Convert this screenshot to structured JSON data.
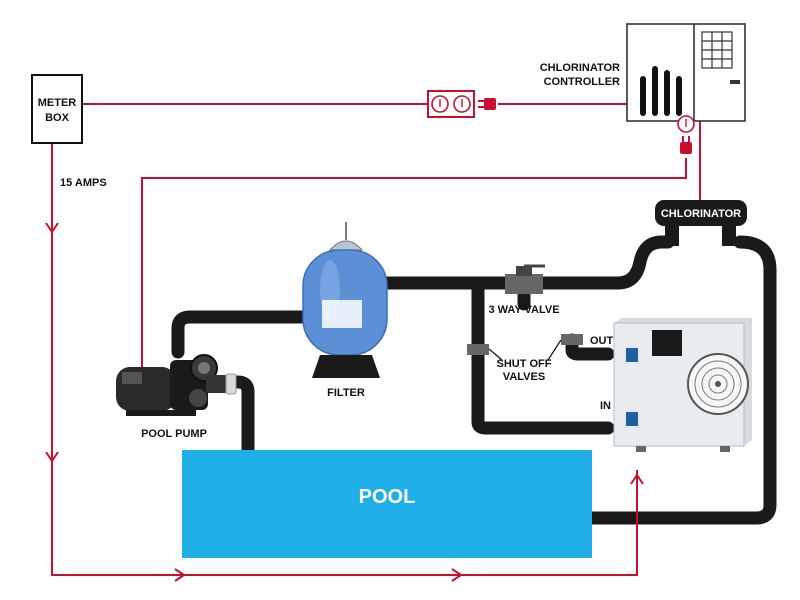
{
  "labels": {
    "meter_box_line1": "METER",
    "meter_box_line2": "BOX",
    "amps": "15 AMPS",
    "controller_line1": "CHLORINATOR",
    "controller_line2": "CONTROLLER",
    "chlorinator": "CHLORINATOR",
    "three_way_valve": "3 WAY VALVE",
    "filter": "FILTER",
    "shutoff_line1": "SHUT OFF",
    "shutoff_line2": "VALVES",
    "out": "OUT",
    "in": "IN",
    "pool_pump": "POOL PUMP",
    "pool": "POOL"
  },
  "colors": {
    "pipe": "#1a1a1a",
    "wire": "#c8102e",
    "pool": "#1eaee8",
    "filter_tank": "#5b8fd6",
    "heat_pump": "#e9ecef"
  }
}
